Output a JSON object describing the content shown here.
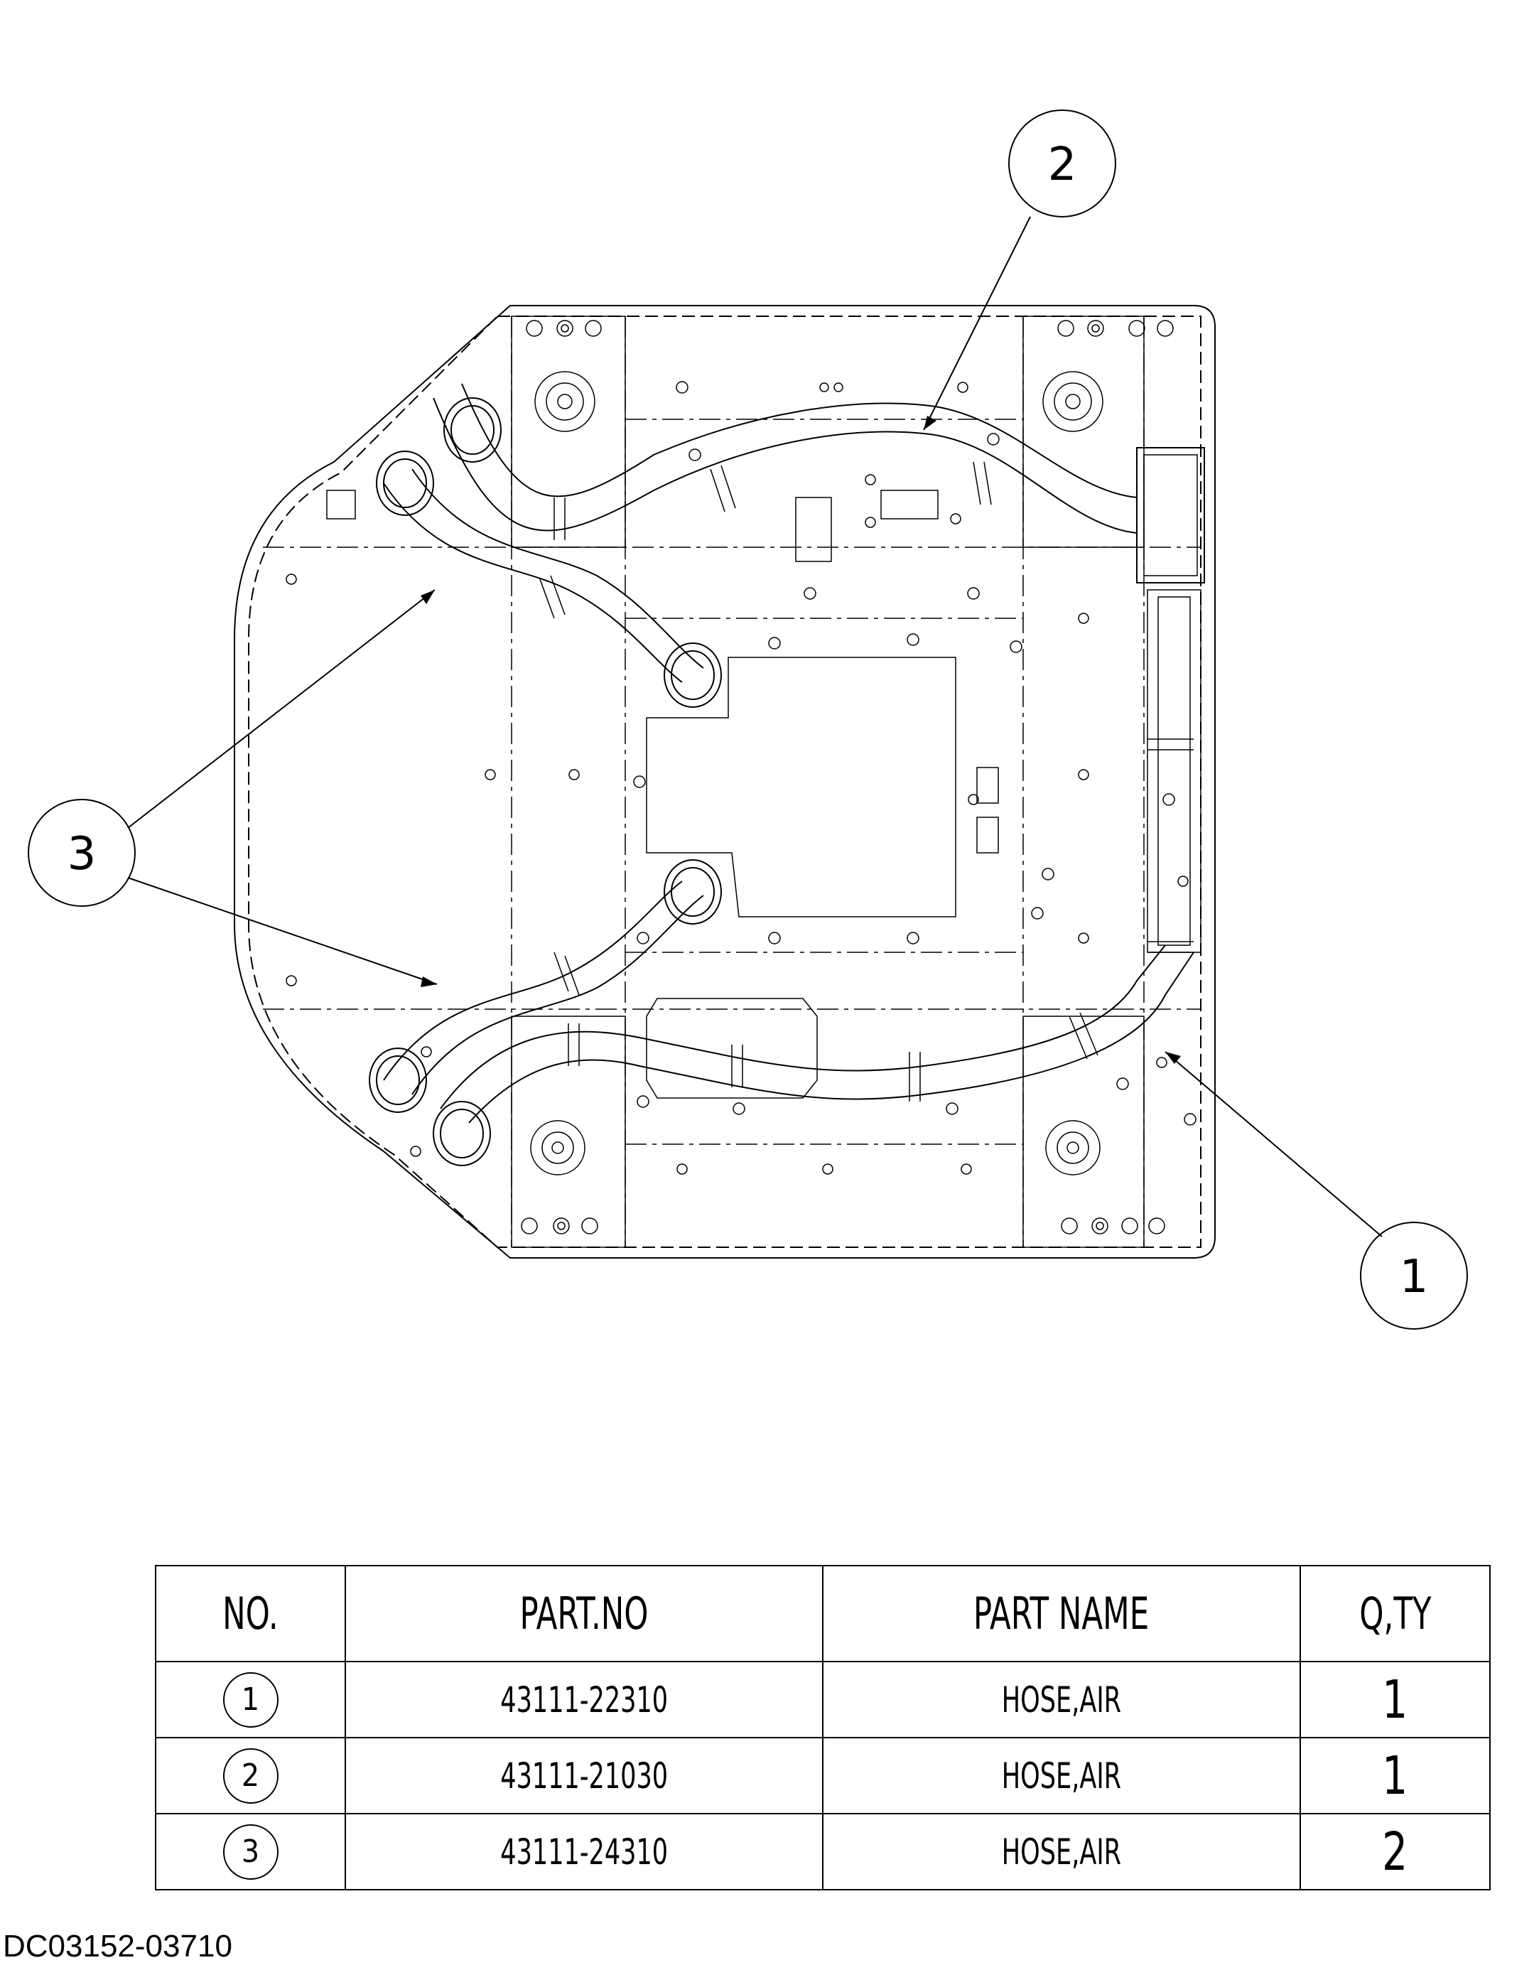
{
  "callouts": [
    "1",
    "2",
    "3"
  ],
  "table": {
    "headers": [
      "NO.",
      "PART.NO",
      "PART NAME",
      "Q,TY"
    ],
    "rows": [
      {
        "no": "1",
        "part_no": "43111-22310",
        "part_name": "HOSE,AIR",
        "qty": "1"
      },
      {
        "no": "2",
        "part_no": "43111-21030",
        "part_name": "HOSE,AIR",
        "qty": "1"
      },
      {
        "no": "3",
        "part_no": "43111-24310",
        "part_name": "HOSE,AIR",
        "qty": "2"
      }
    ]
  },
  "doc_id": "DC03152-03710"
}
